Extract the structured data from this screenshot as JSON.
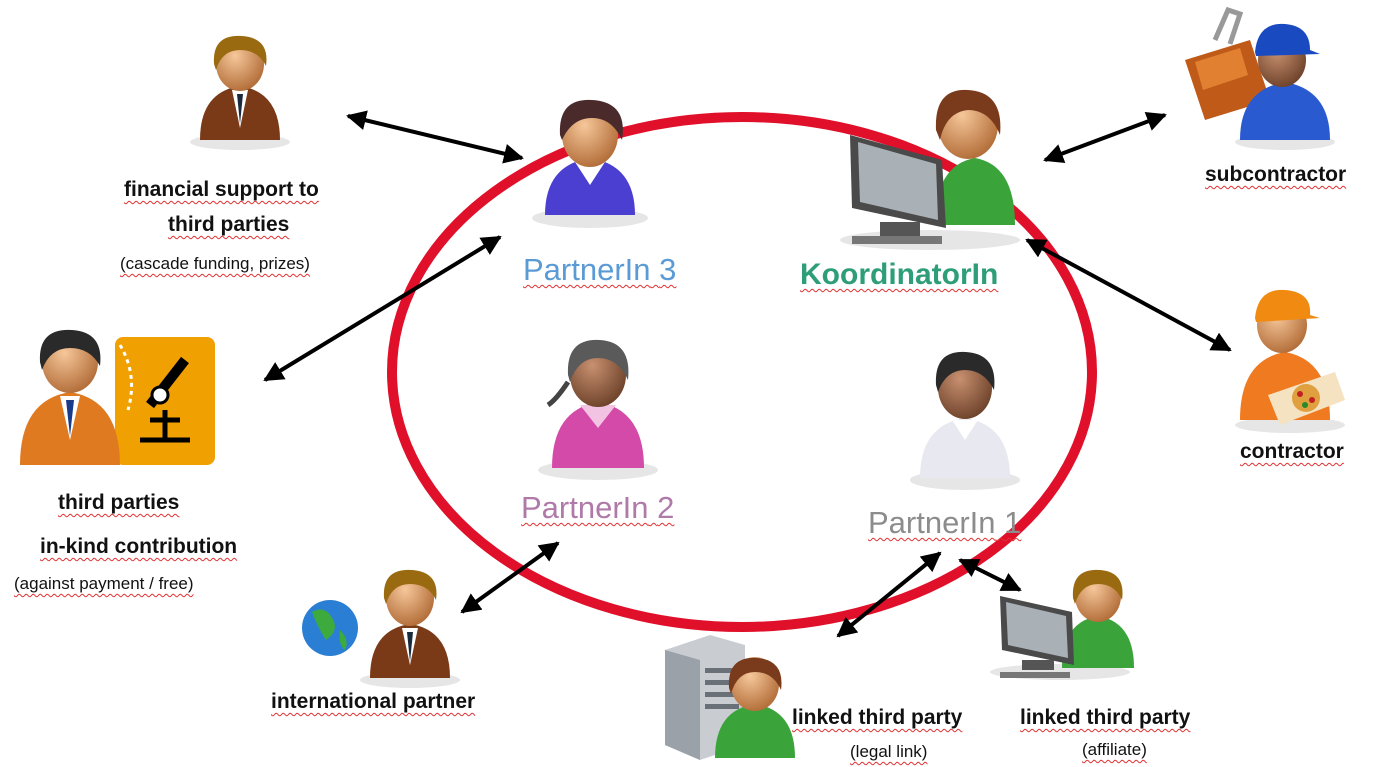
{
  "partners": {
    "p3": {
      "name": "PartnerIn",
      "num": "3",
      "color": "#5b9bd5"
    },
    "coord": {
      "name": "KoordinatorIn",
      "color": "#2e9e78"
    },
    "p2": {
      "name": "PartnerIn",
      "num": "2",
      "color": "#b07aa8"
    },
    "p1": {
      "name": "PartnerIn",
      "num": "1",
      "color": "#8c8c8c"
    }
  },
  "external": {
    "financial_support": {
      "line1": "financial support to",
      "line2": "third parties",
      "note": "(cascade funding, prizes)"
    },
    "third_parties_inkind": {
      "line1": "third parties",
      "line2": "in-kind contribution",
      "note": "(against payment / free)"
    },
    "international": {
      "label": "international partner"
    },
    "linked_legal": {
      "label": "linked third party",
      "note": "(legal link)"
    },
    "linked_affiliate": {
      "label": "linked third party",
      "note": "(affiliate)"
    },
    "subcontractor": {
      "label": "subcontractor"
    },
    "contractor": {
      "label": "contractor"
    }
  },
  "colors": {
    "circle": "#e0102b",
    "arrow": "#000000"
  }
}
